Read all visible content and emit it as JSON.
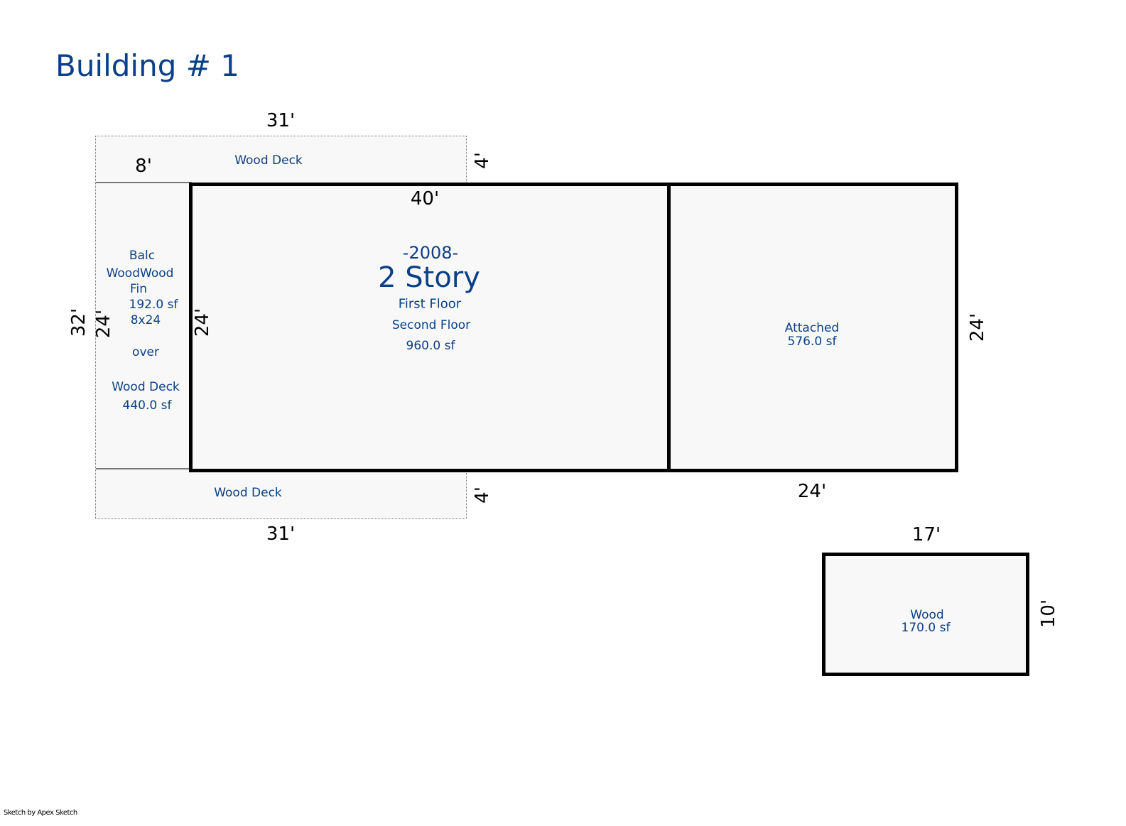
{
  "title": "Building # 1",
  "footer": "Sketch by Apex Sketch",
  "colors": {
    "label": "#0b3f87",
    "wall": "#000000",
    "fill": "#f8f8f8"
  },
  "deck": {
    "top_label": "Wood Deck",
    "bottom_label": "Wood Deck",
    "dim_top": "31'",
    "dim_bottom": "31'",
    "dim_side_top": "4'",
    "dim_side_bottom": "4'",
    "dim_left": "32'"
  },
  "balcony": {
    "lines": [
      "Balc",
      "WoodWood",
      "Fin",
      "192.0 sf",
      "8x24",
      "over",
      "Wood Deck",
      "440.0 sf"
    ],
    "dim_top": "8'",
    "dim_left": "24'"
  },
  "main": {
    "year": "-2008-",
    "type": "2 Story",
    "floor1": "First Floor",
    "floor2": "Second Floor",
    "area": "960.0 sf",
    "dim_top": "40'",
    "dim_left": "24'"
  },
  "garage": {
    "label": "Attached",
    "area": "576.0 sf",
    "dim_bottom": "24'",
    "dim_right": "24'"
  },
  "shed": {
    "label": "Wood",
    "area": "170.0 sf",
    "dim_top": "17'",
    "dim_right": "10'"
  }
}
